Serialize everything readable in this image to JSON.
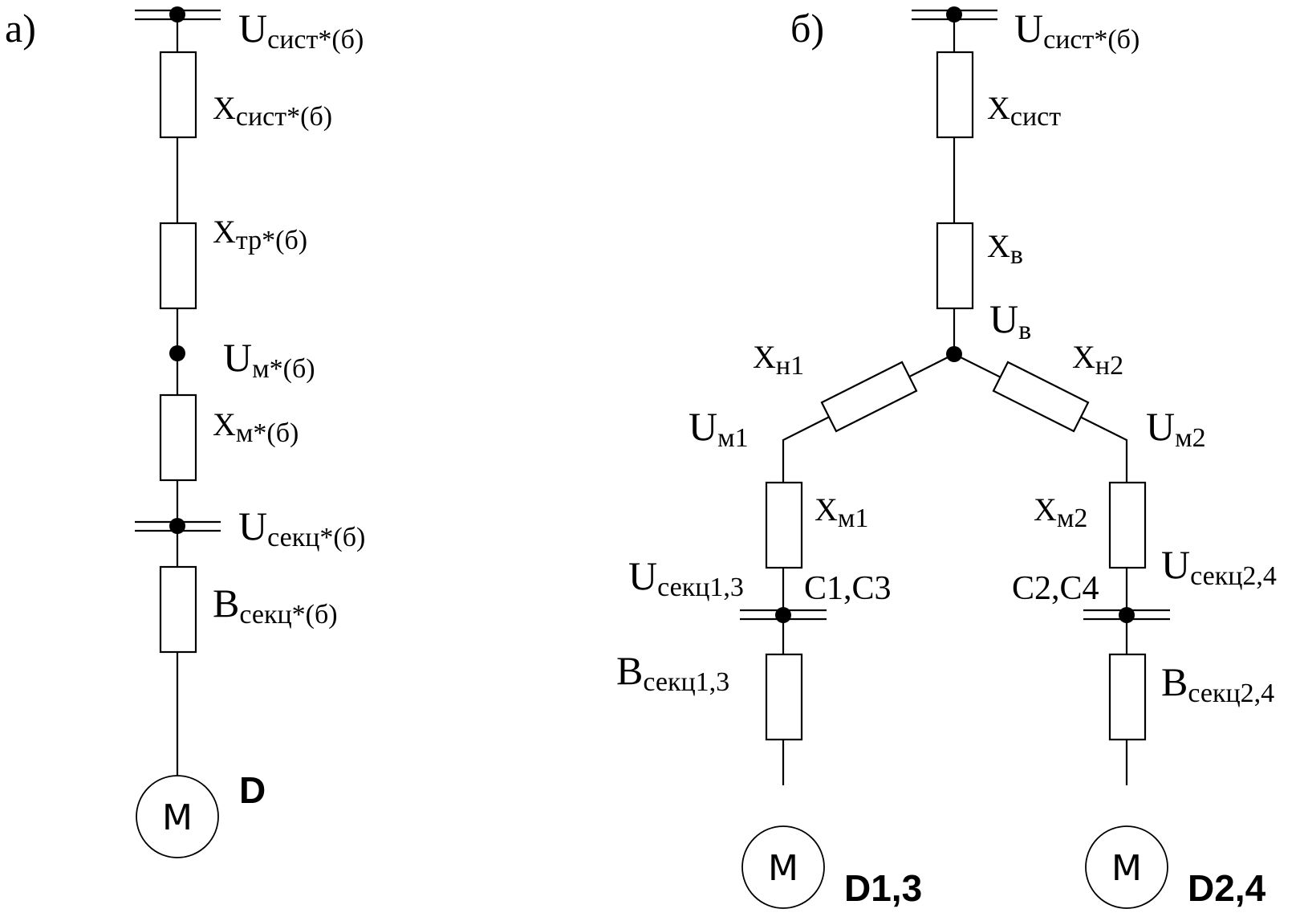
{
  "panel_a": {
    "tag": "а)",
    "bus_top": {
      "main": "U",
      "sub": "сист*(б)"
    },
    "x_sys": {
      "main": "X",
      "sub": "сист*(б)"
    },
    "x_tr": {
      "main": "X",
      "sub": "тр*(б)"
    },
    "u_m": {
      "main": "U",
      "sub": "м*(б)"
    },
    "x_m": {
      "main": "X",
      "sub": "м*(б)"
    },
    "bus_sec": {
      "main": "U",
      "sub": "секц*(б)"
    },
    "b_sec": {
      "main": "B",
      "sub": "секц*(б)"
    },
    "motor_symbol": "M",
    "motor_label": "D"
  },
  "panel_b": {
    "tag": "б)",
    "bus_top": {
      "main": "U",
      "sub": "сист*(б)"
    },
    "x_sys": {
      "main": "X",
      "sub": "сист"
    },
    "x_v": {
      "main": "X",
      "sub": "в"
    },
    "u_v": {
      "main": "U",
      "sub": "в"
    },
    "x_n1": {
      "main": "X",
      "sub": "н1"
    },
    "x_n2": {
      "main": "X",
      "sub": "н2"
    },
    "u_m1": {
      "main": "U",
      "sub": "м1"
    },
    "u_m2": {
      "main": "U",
      "sub": "м2"
    },
    "x_m1": {
      "main": "X",
      "sub": "м1"
    },
    "x_m2": {
      "main": "X",
      "sub": "м2"
    },
    "u_sec13": {
      "main": "U",
      "sub": "секц1,3"
    },
    "u_sec24": {
      "main": "U",
      "sub": "секц2,4"
    },
    "c13": "C1,C3",
    "c24": "C2,C4",
    "b_sec13": {
      "main": "B",
      "sub": "секц1,3"
    },
    "b_sec24": {
      "main": "B",
      "sub": "секц2,4"
    },
    "motor_symbol": "M",
    "motor1_label": "D1,3",
    "motor2_label": "D2,4"
  }
}
